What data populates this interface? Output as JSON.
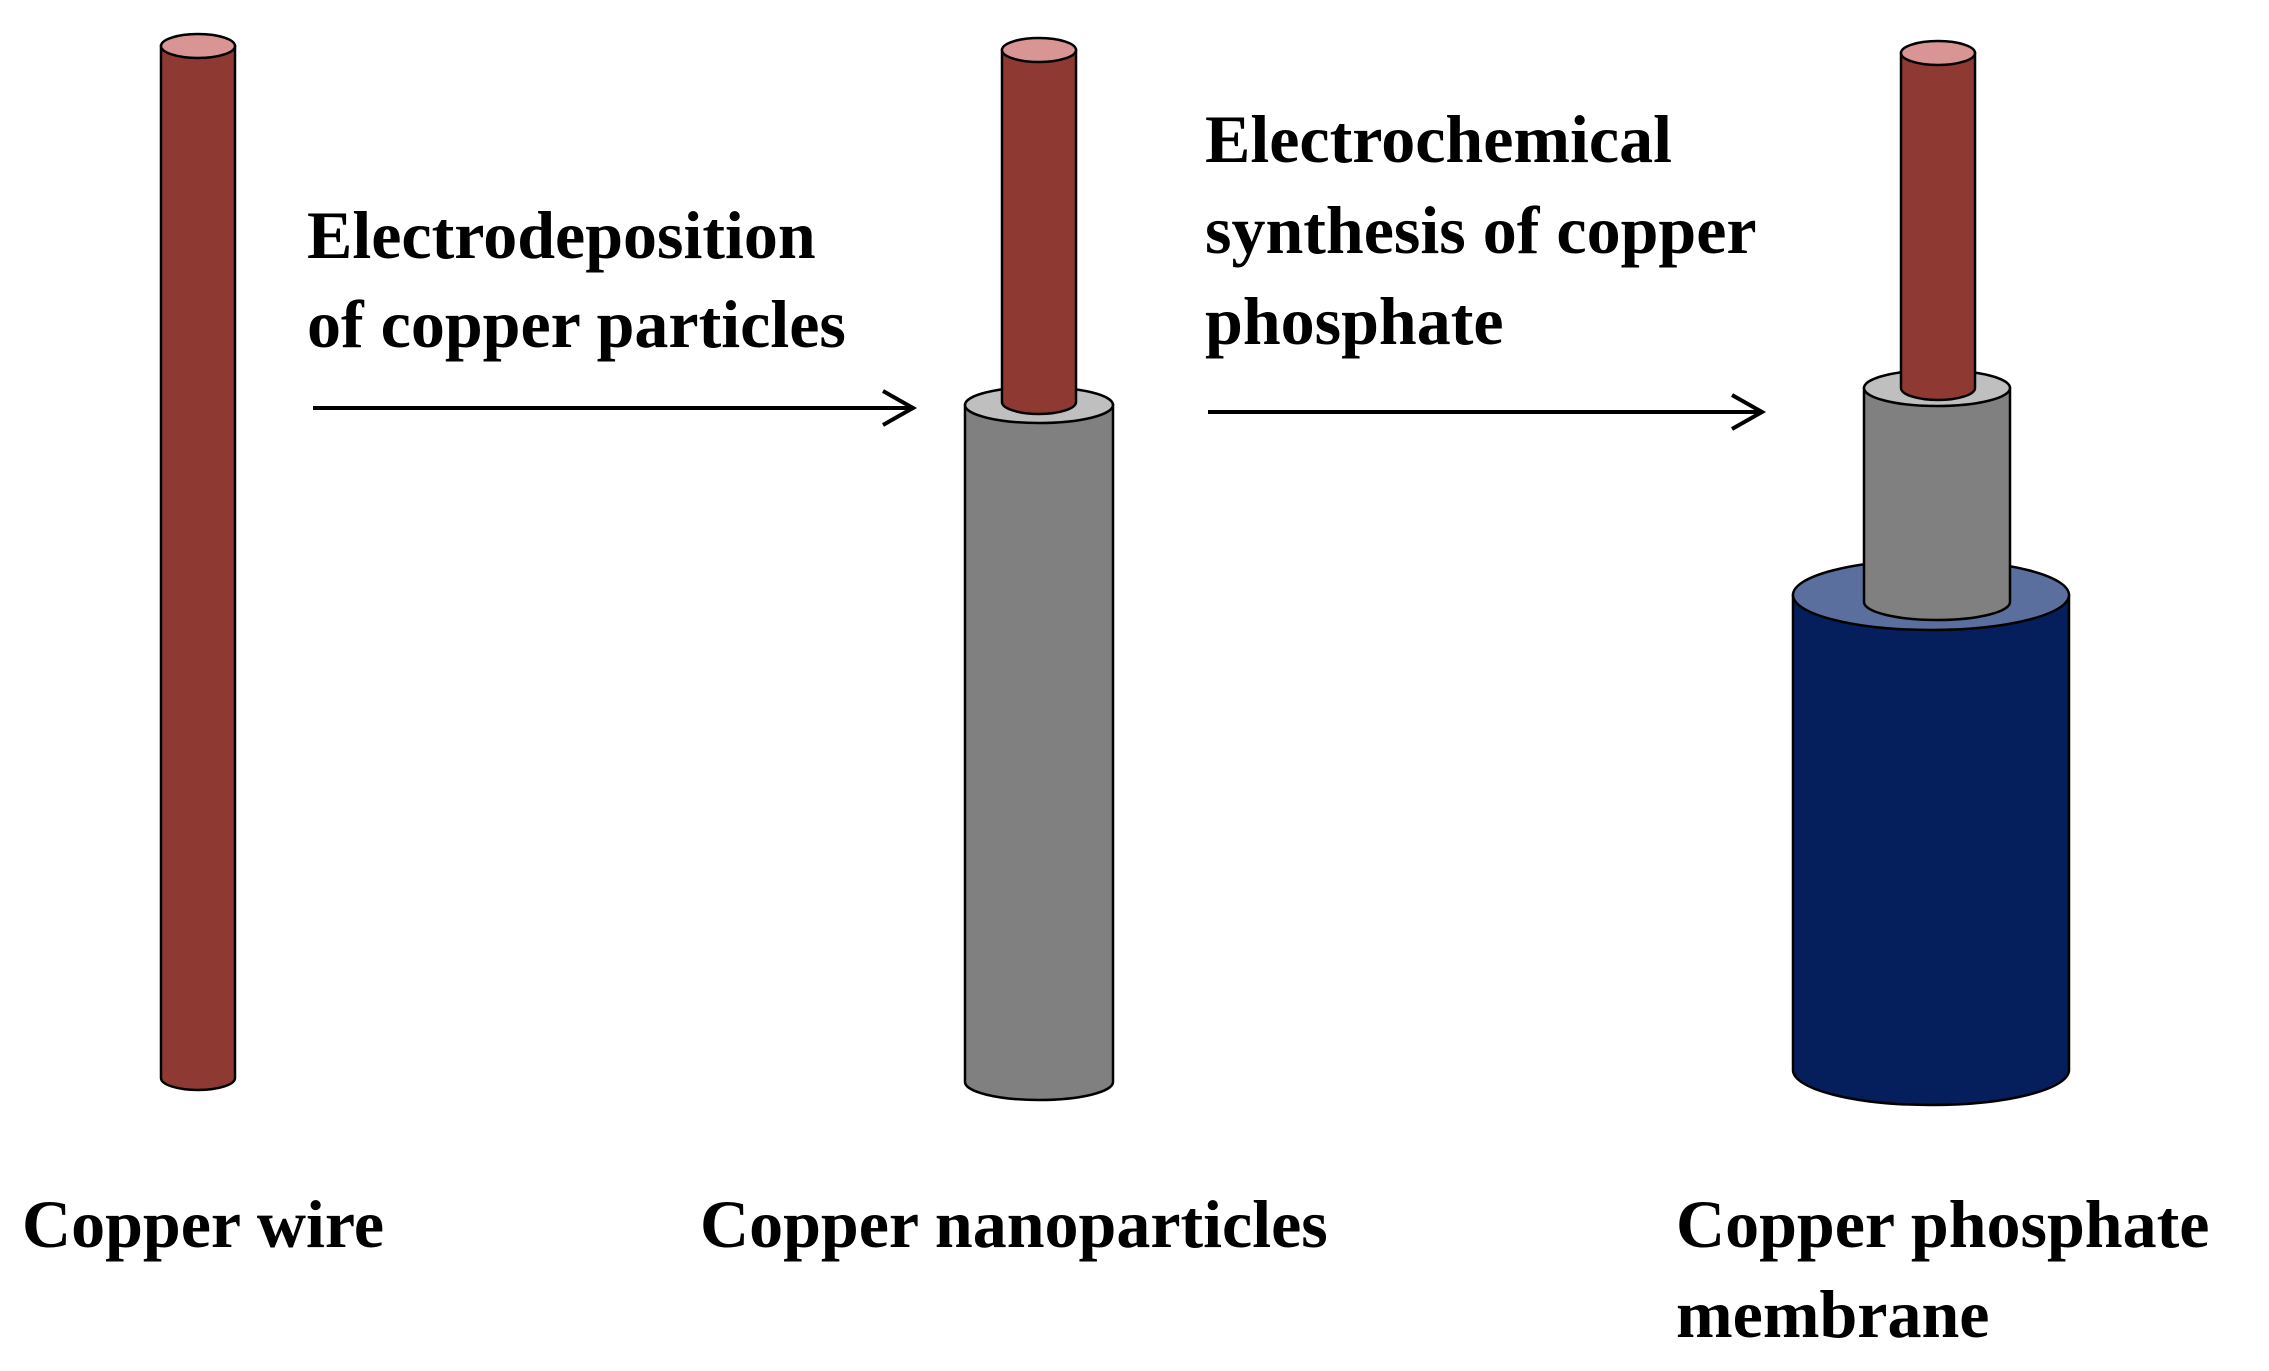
{
  "steps": {
    "step1_line1": "Electrodeposition",
    "step1_line2": "of copper particles",
    "step2_line1": "Electrochemical",
    "step2_line2": "synthesis of copper",
    "step2_line3": "phosphate"
  },
  "stages": {
    "wire": "Copper wire",
    "nanoparticles": "Copper nanoparticles",
    "membrane_line1": "Copper phosphate",
    "membrane_line2": "membrane"
  },
  "colors": {
    "copper_body": "#8E3A33",
    "copper_top": "#D99593",
    "nanoparticle_body": "#808080",
    "nanoparticle_top": "#BFBFBF",
    "phosphate_body": "#041F5C",
    "phosphate_top": "#5A6F9E"
  }
}
